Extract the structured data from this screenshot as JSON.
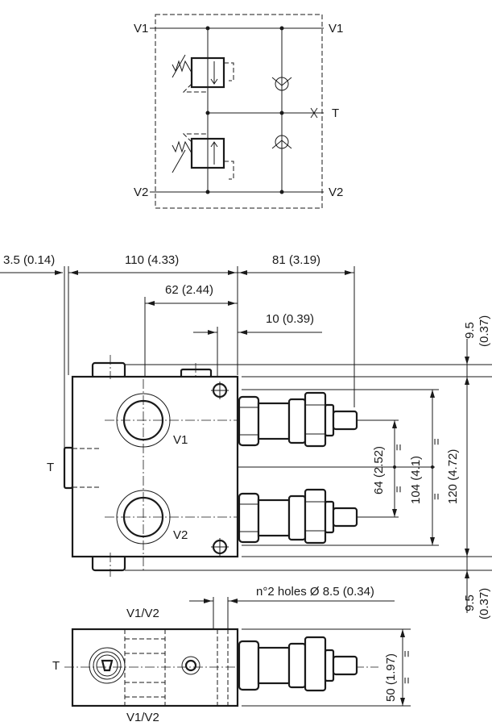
{
  "schematic": {
    "port_v1_left": "V1",
    "port_v1_right": "V1",
    "port_v2_left": "V2",
    "port_v2_right": "V2",
    "port_t": "T"
  },
  "front_view": {
    "dim_offset": "3.5 (0.14)",
    "dim_width": "110 (4.33)",
    "dim_cartridge": "81 (3.19)",
    "dim_port_x": "62 (2.44)",
    "dim_hole_x": "10 (0.39)",
    "dim_top": "9.5",
    "dim_top_in": "(0.37)",
    "dim_bottom": "9.5",
    "dim_bottom_in": "(0.37)",
    "dim_port_pitch": "64 (2.52)",
    "dim_hole_pitch": "104 (4.1)",
    "dim_height": "120 (4.72)",
    "equal_mark": "=",
    "port_v1": "V1",
    "port_v2": "V2",
    "port_t": "T",
    "holes_note": "n°2 holes Ø 8.5 (0.34)"
  },
  "side_view": {
    "label_top": "V1/V2",
    "label_bottom": "V1/V2",
    "port_t": "T",
    "dim_thickness": "50 (1.97)",
    "equal_mark": "="
  }
}
